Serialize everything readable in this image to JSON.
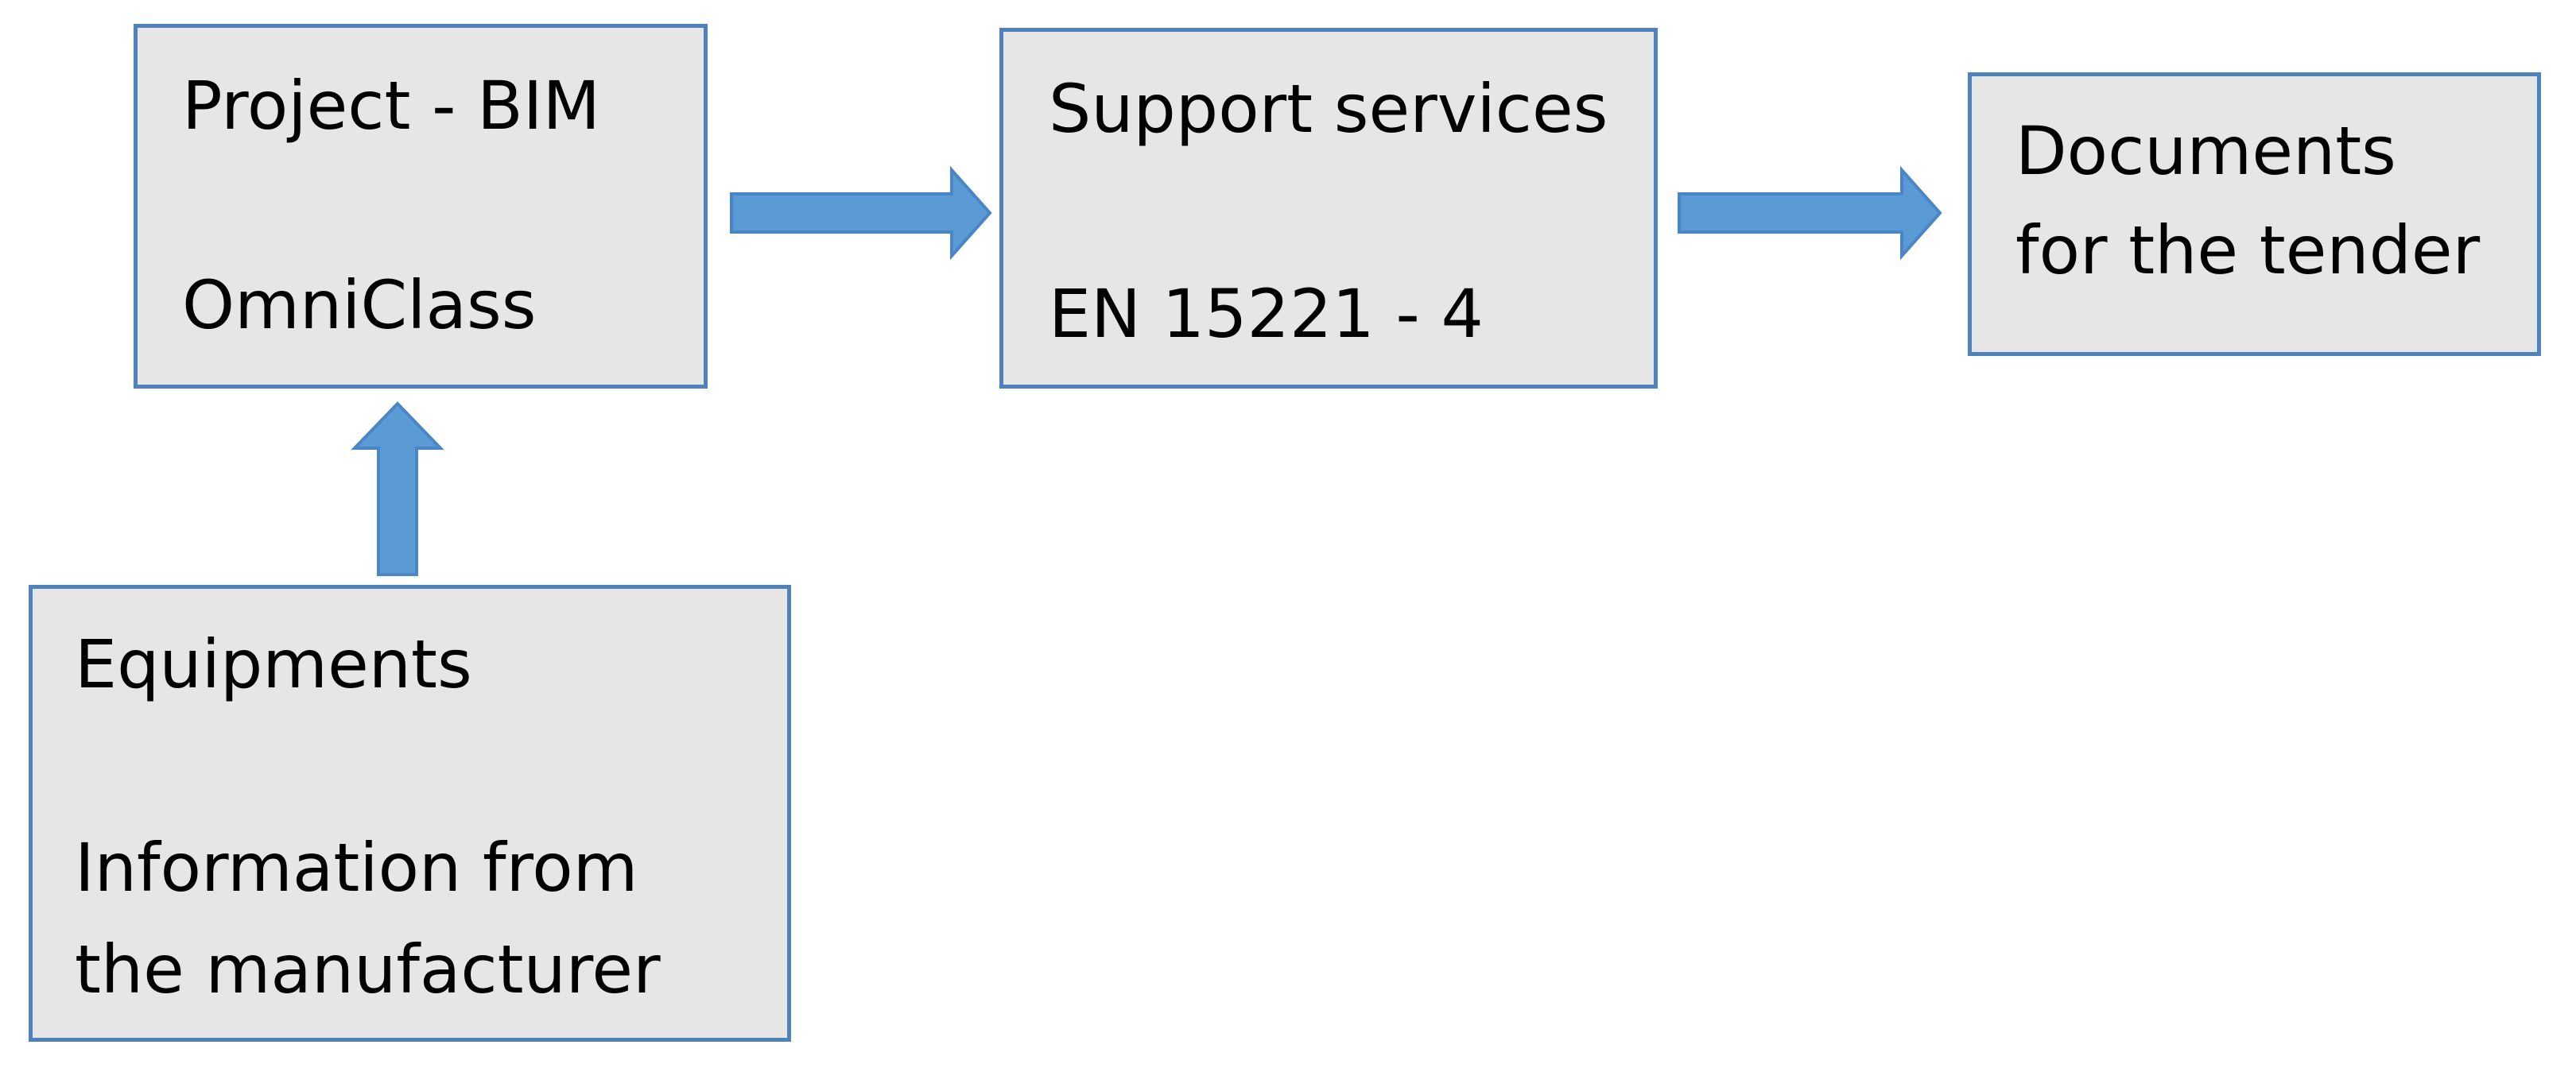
{
  "colors": {
    "box_fill": "#e7e6e6",
    "box_border": "#4f81bd",
    "arrow_fill": "#5b9bd5",
    "arrow_stroke": "#4a86c5",
    "text": "#000000"
  },
  "boxes": {
    "project": {
      "line1": "Project - BIM",
      "line2": "OmniClass"
    },
    "support": {
      "line1": "Support services",
      "line2": "EN 15221 - 4"
    },
    "documents": {
      "line1": "Documents",
      "line2": "for the tender"
    },
    "equipments": {
      "line1": "Equipments",
      "line2": "Information from",
      "line3": "the manufacturer"
    }
  },
  "arrows": [
    {
      "from": "project",
      "to": "support",
      "direction": "right"
    },
    {
      "from": "support",
      "to": "documents",
      "direction": "right"
    },
    {
      "from": "equipments",
      "to": "project",
      "direction": "up"
    }
  ]
}
